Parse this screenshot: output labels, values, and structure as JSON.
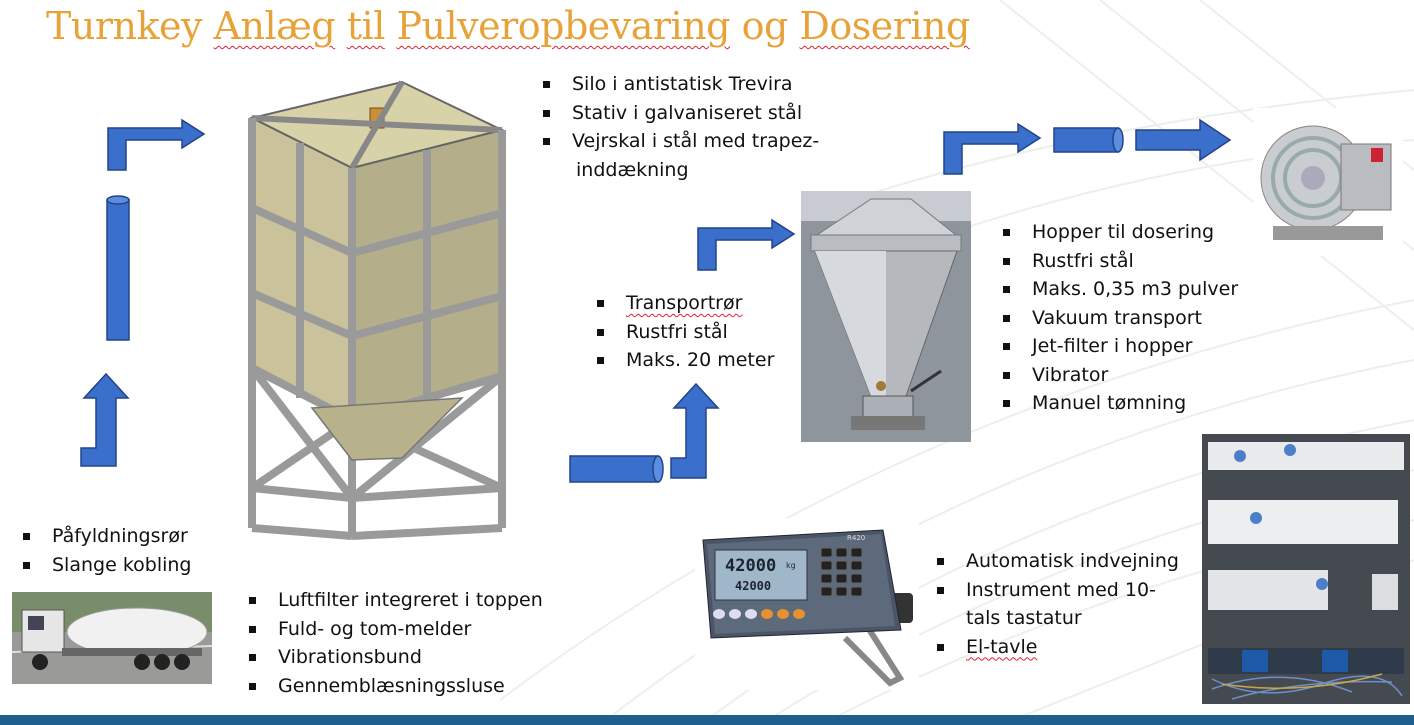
{
  "slide": {
    "title_words": [
      "Turnkey",
      "Anlæg",
      "til",
      "Pulveropbevaring",
      "og",
      "Dosering"
    ],
    "colors": {
      "title": "#e8a23a",
      "arrow": "#3a6fcb",
      "arrow_stroke": "#22438a",
      "bottom_bar": "#1f5f8f"
    }
  },
  "silo_list": {
    "items": [
      "Silo i antistatisk Trevira",
      "Stativ i galvaniseret stål",
      "Vejrskal i stål med trapez-",
      "inddækning"
    ]
  },
  "filling_list": {
    "items": [
      "Påfyldningsrør",
      "Slange kobling"
    ]
  },
  "silo_features_list": {
    "items": [
      "Luftfilter integreret i toppen",
      "Fuld- og tom-melder",
      "Vibrationsbund",
      "Gennemblæsningssluse"
    ]
  },
  "transport_list": {
    "items": [
      "Transportrør",
      "Rustfri stål",
      "Maks. 20 meter"
    ]
  },
  "hopper_list": {
    "items": [
      "Hopper til dosering",
      "Rustfri stål",
      "Maks. 0,35 m3 pulver",
      "Vakuum transport",
      "Jet-filter i hopper",
      "Vibrator",
      "Manuel tømning"
    ]
  },
  "weighing_list": {
    "items": [
      "Automatisk indvejning",
      "Instrument med 10-",
      "tals tastatur",
      "El-tavle"
    ]
  },
  "weighing_display": {
    "main_value": "42000",
    "sub_value": "42000",
    "unit": "kg",
    "model": "R420"
  },
  "pictures": {
    "silo": "silo-frame-image",
    "truck": "powder-tanker-truck-image",
    "hopper": "stainless-cone-hopper-image",
    "blower": "side-channel-blower-image",
    "indicator": "weighing-indicator-image",
    "panel": "electrical-cabinet-image"
  }
}
